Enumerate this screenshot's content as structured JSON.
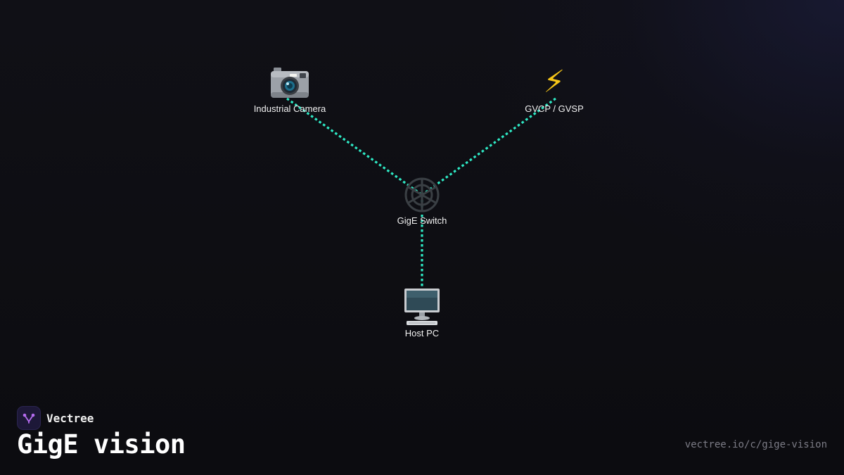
{
  "diagram": {
    "nodes": [
      {
        "id": "camera",
        "label": "Industrial Camera",
        "icon": "camera-icon"
      },
      {
        "id": "gvcp",
        "label": "GVCP / GVSP",
        "icon": "lightning-bolt-icon"
      },
      {
        "id": "switch",
        "label": "GigE Switch",
        "icon": "network-switch-icon"
      },
      {
        "id": "host",
        "label": "Host PC",
        "icon": "desktop-computer-icon"
      }
    ],
    "edges": [
      {
        "from": "camera",
        "to": "switch"
      },
      {
        "from": "gvcp",
        "to": "switch"
      },
      {
        "from": "switch",
        "to": "host"
      }
    ],
    "edge_color": "#2ee8c4",
    "bolt_glyph": "⚡"
  },
  "footer": {
    "brand_name": "Vectree",
    "title": "GigE vision",
    "url": "vectree.io/c/gige-vision"
  },
  "colors": {
    "background": "#0c0c11",
    "accent": "#2ee8c4",
    "logo_accent": "#b56cf0"
  }
}
